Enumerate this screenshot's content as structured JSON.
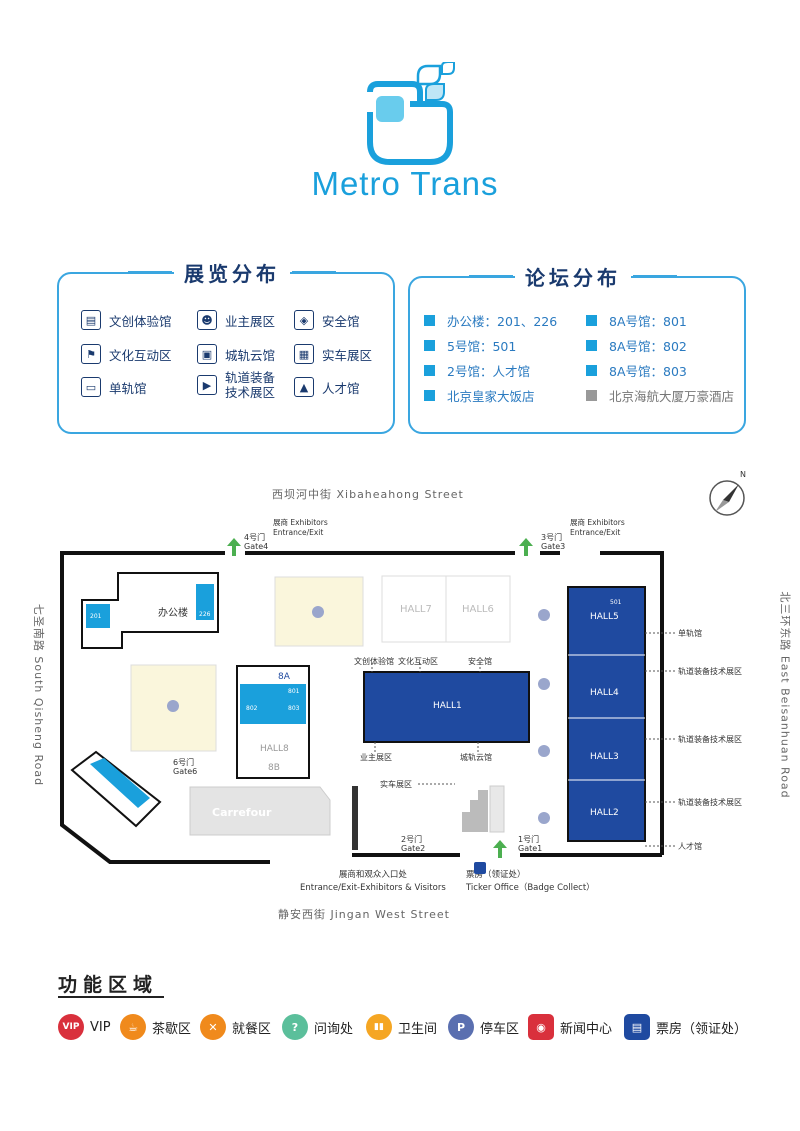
{
  "logo": {
    "text": "Metro Trans"
  },
  "halls_panel": {
    "title": "展览分布",
    "items": [
      {
        "label": "文创体验馆",
        "icon": "book-icon"
      },
      {
        "label": "业主展区",
        "icon": "people-icon"
      },
      {
        "label": "安全馆",
        "icon": "shield-icon"
      },
      {
        "label": "文化互动区",
        "icon": "interaction-icon"
      },
      {
        "label": "城轨云馆",
        "icon": "train-front-icon"
      },
      {
        "label": "实车展区",
        "icon": "bus-icon"
      },
      {
        "label": "单轨馆",
        "icon": "monorail-icon"
      },
      {
        "label": "轨道装备",
        "label2": "技术展区",
        "icon": "rail-equipment-icon"
      },
      {
        "label": "人才馆",
        "icon": "graduation-cap-icon"
      }
    ]
  },
  "forum_panel": {
    "title": "论坛分布",
    "items": [
      {
        "label": "办公楼：201、226",
        "color": "#1aa0dc"
      },
      {
        "label": "8A号馆：801",
        "color": "#1aa0dc"
      },
      {
        "label": "5号馆：501",
        "color": "#1aa0dc"
      },
      {
        "label": "8A号馆：802",
        "color": "#1aa0dc"
      },
      {
        "label": "2号馆：人才馆",
        "color": "#1aa0dc"
      },
      {
        "label": "8A号馆：803",
        "color": "#1aa0dc"
      },
      {
        "label": "北京皇家大饭店",
        "color": "#1aa0dc"
      },
      {
        "label": "北京海航大厦万豪酒店",
        "color": "#999999"
      }
    ]
  },
  "map": {
    "streets": {
      "north": "西坝河中街  Xibaheahong Street",
      "south": "静安西街  Jingan West Street",
      "west": "七圣南路  South Qisheng Road",
      "east": "北三环东路  East Beisanhuan Road"
    },
    "compass": "N",
    "gates": {
      "gate4": {
        "label": "4号门",
        "en": "Gate4"
      },
      "gate3": {
        "label": "3号门",
        "en": "Gate3"
      },
      "gate6": {
        "label": "6号门",
        "en": "Gate6"
      },
      "gate2": {
        "label": "2号门",
        "en": "Gate2"
      },
      "gate1": {
        "label": "1号门",
        "en": "Gate1"
      }
    },
    "exhibitor_entrance": {
      "cn": "展商  Exhibitors",
      "en": "Entrance/Exit"
    },
    "entrance_visitors": {
      "cn": "展商和观众入口处",
      "en": "Entrance/Exit-Exhibitors & Visitors"
    },
    "ticket_office": {
      "cn": "票房（领证处）",
      "en": "Ticker Office（Badge Collect）"
    },
    "office_building": "办公楼",
    "office_rooms": [
      "201",
      "226"
    ],
    "halls": {
      "hall1": "HALL1",
      "hall2": "HALL2",
      "hall3": "HALL3",
      "hall4": "HALL4",
      "hall5": "HALL5",
      "hall6": "HALL6",
      "hall7": "HALL7",
      "hall8": "HALL8",
      "hall8a": "8A",
      "hall8b": "8B",
      "hall8a_rooms": [
        "801",
        "802",
        "803"
      ],
      "hall5_room": "501"
    },
    "carrefour": "Carrefour",
    "callouts": {
      "wenchuang": "文创体验馆",
      "wenhua": "文化互动区",
      "anquan": "安全馆",
      "yezhu": "业主展区",
      "chengui": "城轨云馆",
      "shiche": "实车展区",
      "dangui": "单轨馆",
      "guidao1": "轨道装备技术展区",
      "guidao2": "轨道装备技术展区",
      "guidao3": "轨道装备技术展区",
      "rencai": "人才馆"
    }
  },
  "legend": {
    "title": "功能区域",
    "items": [
      {
        "label": "VIP",
        "icon": "vip-icon",
        "glyph": "VIP",
        "color": "#d9303c"
      },
      {
        "label": "茶歇区",
        "icon": "tea-cup-icon",
        "glyph": "☕",
        "color": "#f08a1c"
      },
      {
        "label": "就餐区",
        "icon": "fork-knife-icon",
        "glyph": "✕",
        "color": "#f08a1c"
      },
      {
        "label": "问询处",
        "icon": "info-icon",
        "glyph": "?",
        "color": "#5bbf9b"
      },
      {
        "label": "卫生间",
        "icon": "restroom-icon",
        "glyph": "▮▮",
        "color": "#f5a623"
      },
      {
        "label": "停车区",
        "icon": "parking-icon",
        "glyph": "P",
        "color": "#5a6fb0"
      },
      {
        "label": "新闻中心",
        "icon": "press-center-icon",
        "glyph": "◉",
        "color": "#d9303c"
      },
      {
        "label": "票房（领证处）",
        "icon": "ticket-office-icon",
        "glyph": "▤",
        "color": "#1f4aa0"
      }
    ]
  }
}
